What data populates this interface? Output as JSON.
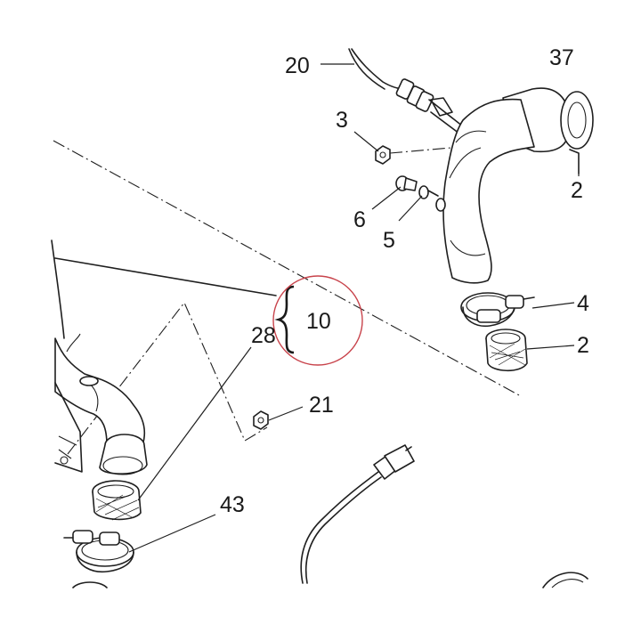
{
  "callouts": {
    "c20": "20",
    "c37": "37",
    "c3": "3",
    "c6": "6",
    "c5": "5",
    "c2a": "2",
    "c4": "4",
    "c2b": "2",
    "c10": "10",
    "c28": "28",
    "c21": "21",
    "c43": "43"
  },
  "colors": {
    "line": "#1f1f1f",
    "highlight_circle": "#c8434b",
    "background": "#ffffff"
  }
}
